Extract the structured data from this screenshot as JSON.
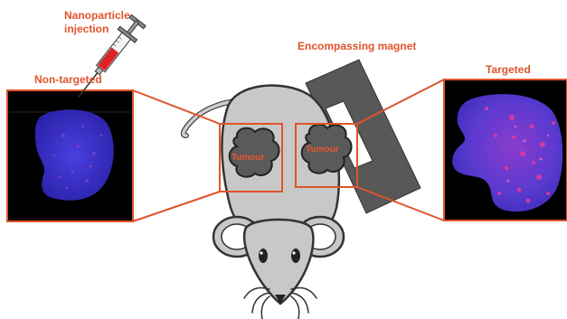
{
  "labels": {
    "nanoparticle_injection": "Nanoparticle injection",
    "encompassing_magnet": "Encompassing magnet",
    "non_targeted": "Non-targeted",
    "targeted": "Targeted",
    "tumour_left": "Tumour",
    "tumour_right": "Tumour"
  },
  "colors": {
    "accent": "#e0542a",
    "magnet": "#5a5a5a",
    "mouse_body": "#c8c8c8",
    "tumour": "#5c5c5c",
    "panel_bg": "#000000",
    "tissue": "#3b32c8",
    "nanoparticle": "#e8389a"
  },
  "icons": [
    "syringe-icon",
    "mouse-illustration",
    "magnet-shape",
    "tissue-image-non-targeted",
    "tissue-image-targeted"
  ]
}
